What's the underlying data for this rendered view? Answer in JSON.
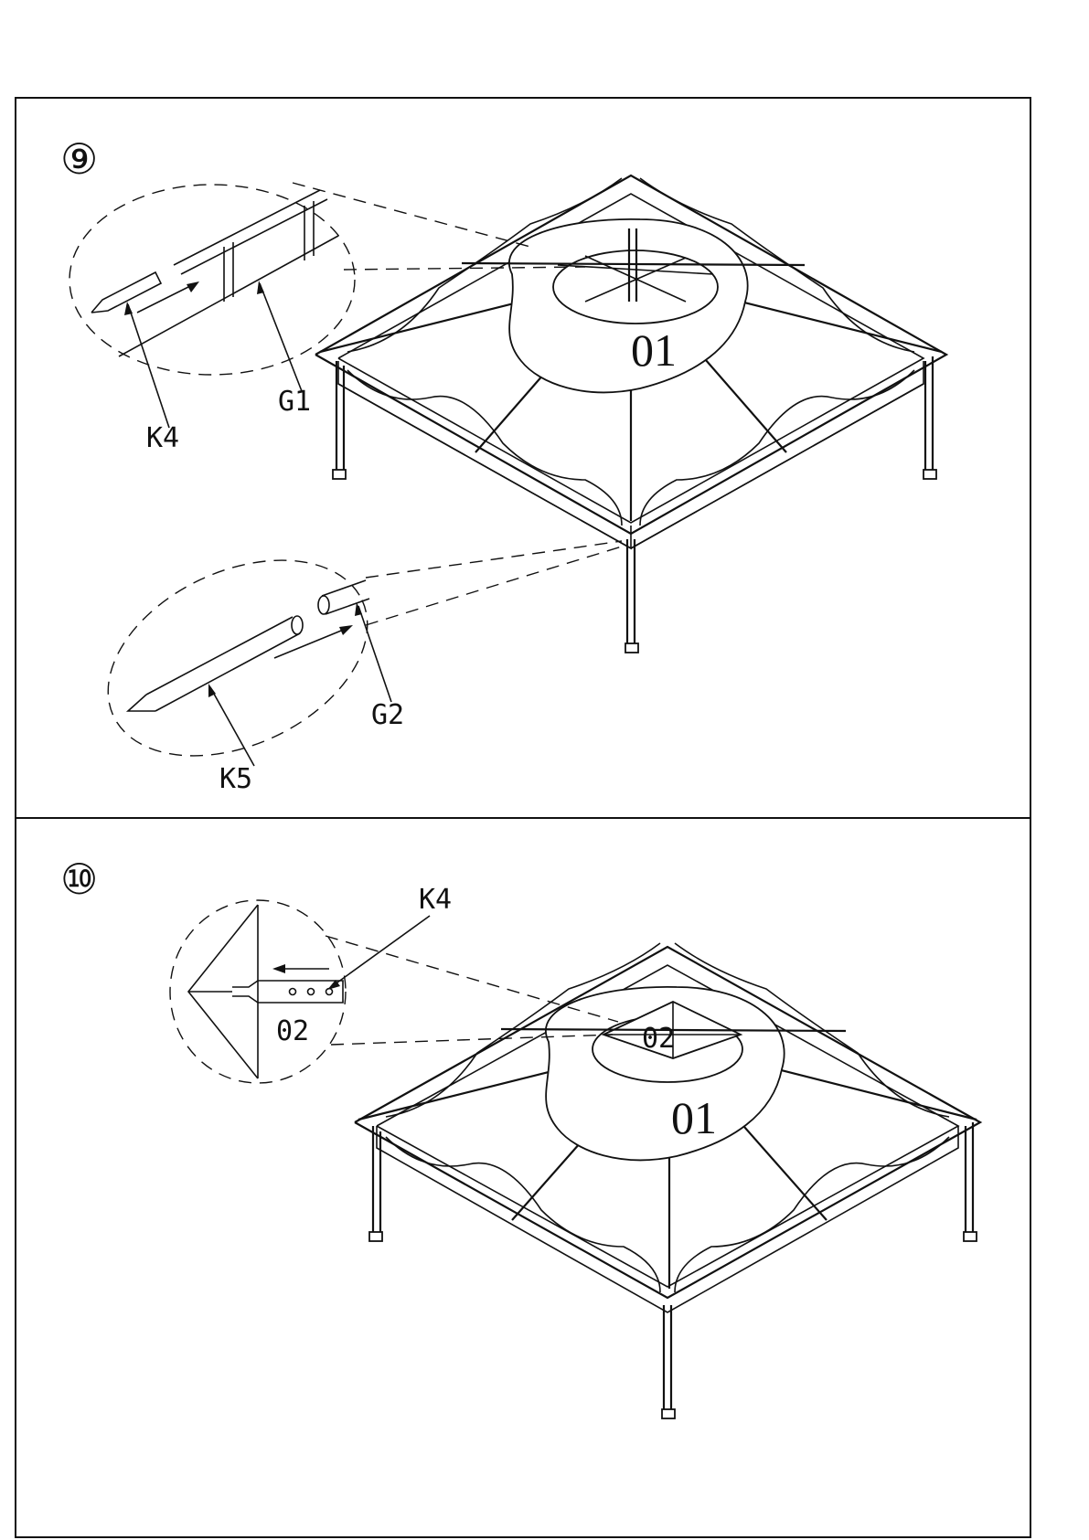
{
  "steps": [
    {
      "number": "⑨",
      "labels": {
        "part_main": "01",
        "callout_a": "K4",
        "callout_b": "G1",
        "callout_c": "K5",
        "callout_d": "G2"
      }
    },
    {
      "number": "⑩",
      "labels": {
        "part_main": "01",
        "part_top": "02",
        "callout_a": "K4",
        "callout_b": "02"
      }
    }
  ]
}
